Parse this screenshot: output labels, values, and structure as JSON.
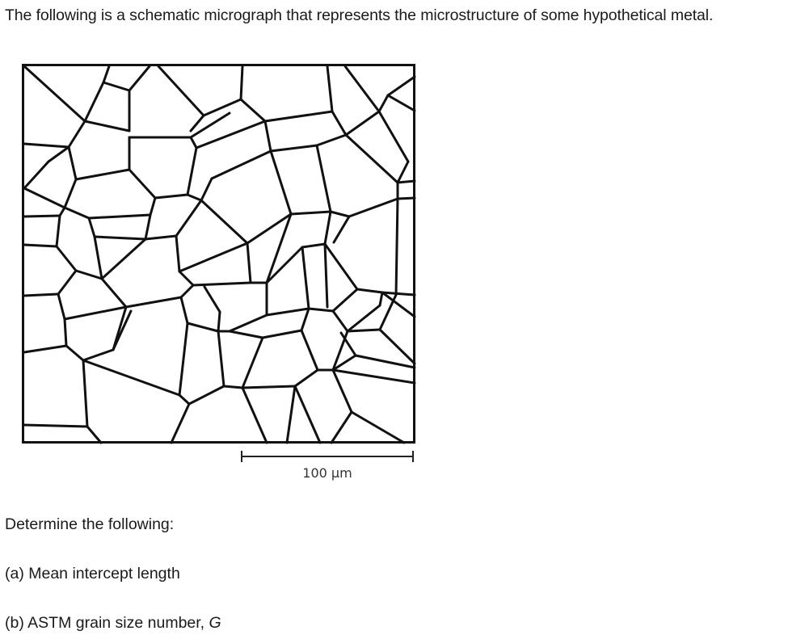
{
  "intro_text": "The following is a schematic micrograph that represents the microstructure of some hypothetical metal.",
  "micrograph": {
    "scale_bar_label": "100 μm"
  },
  "prompts": {
    "heading": "Determine the following:",
    "part_a": "(a) Mean intercept length",
    "part_b_prefix": "(b) ASTM grain size number, ",
    "part_b_symbol": "G"
  }
}
